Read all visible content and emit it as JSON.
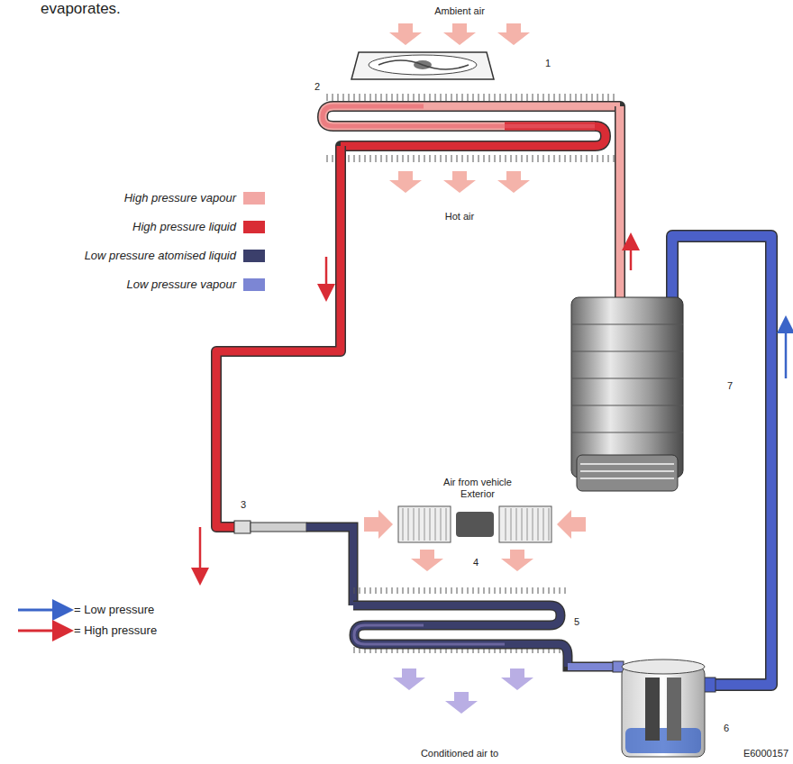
{
  "diagram": {
    "labels": [
      "evaporates.",
      "Ambient air",
      "1",
      "2",
      "Hot air",
      "7",
      "Air from vehicle Exterior",
      "3",
      "4",
      "5",
      "6",
      "Conditioned air to",
      "E6000157"
    ],
    "legend": [
      {
        "text": "High pressure vapour",
        "color": "#f2a7a4"
      },
      {
        "text": "High pressure liquid",
        "color": "#d92c35"
      },
      {
        "text": "Low pressure atomised liquid",
        "color": "#3b3f6b"
      },
      {
        "text": "Low pressure vapour",
        "color": "#7c86d4"
      },
      {
        "text": "= Low pressure"
      },
      {
        "text": "= High pressure"
      }
    ]
  }
}
